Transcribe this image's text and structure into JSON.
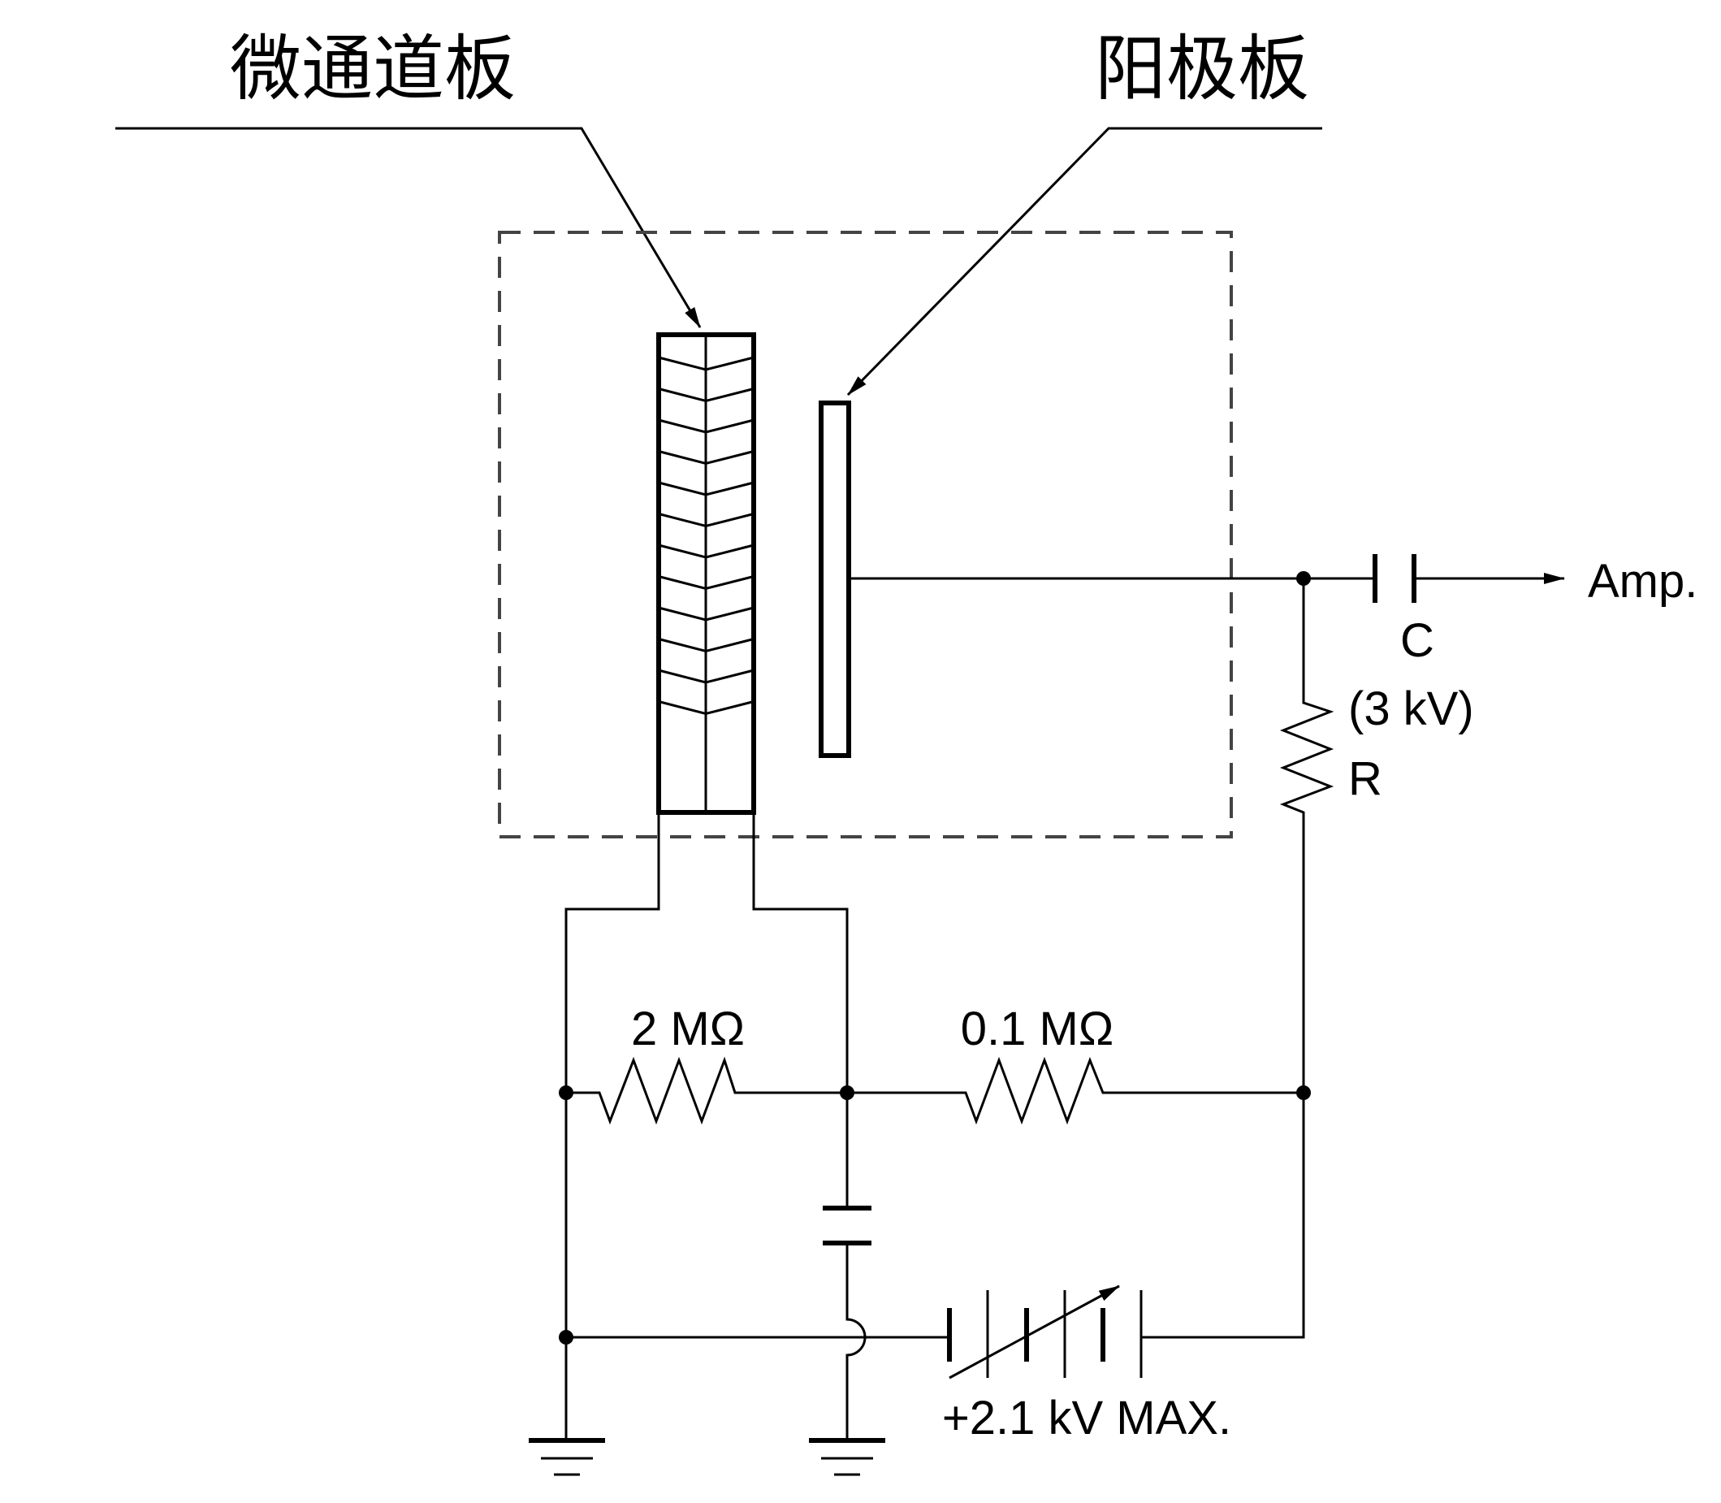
{
  "diagram": {
    "labels": {
      "mcp": "微通道板",
      "anode": "阳极板",
      "amp": "Amp.",
      "capacitor_name": "C",
      "capacitor_rating": "(3 kV)",
      "resistor_name": "R",
      "resistor_2m": "2 MΩ",
      "resistor_01m": "0.1 MΩ",
      "supply": "+2.1 kV MAX."
    },
    "components": [
      {
        "id": "mcp",
        "type": "microchannel-plate",
        "chevron_count": 12
      },
      {
        "id": "anode",
        "type": "anode-plate"
      },
      {
        "id": "C",
        "type": "capacitor",
        "rating": "3 kV",
        "connects": [
          "anode-node",
          "Amp."
        ]
      },
      {
        "id": "R",
        "type": "resistor",
        "connects": [
          "anode-node",
          "supply-positive"
        ]
      },
      {
        "id": "R1",
        "type": "resistor",
        "value": "2 MΩ",
        "connects": [
          "mcp-in",
          "mcp-out"
        ]
      },
      {
        "id": "R2",
        "type": "resistor",
        "value": "0.1 MΩ",
        "connects": [
          "mcp-out",
          "supply-positive"
        ]
      },
      {
        "id": "C2",
        "type": "capacitor",
        "connects": [
          "mcp-out",
          "ground"
        ]
      },
      {
        "id": "HV",
        "type": "variable-dc-supply",
        "max": "+2.1 kV"
      },
      {
        "id": "GND1",
        "type": "ground"
      },
      {
        "id": "GND2",
        "type": "ground"
      }
    ],
    "colors": {
      "line": "#000000",
      "enclosure": "#444444",
      "background": "#ffffff"
    }
  }
}
